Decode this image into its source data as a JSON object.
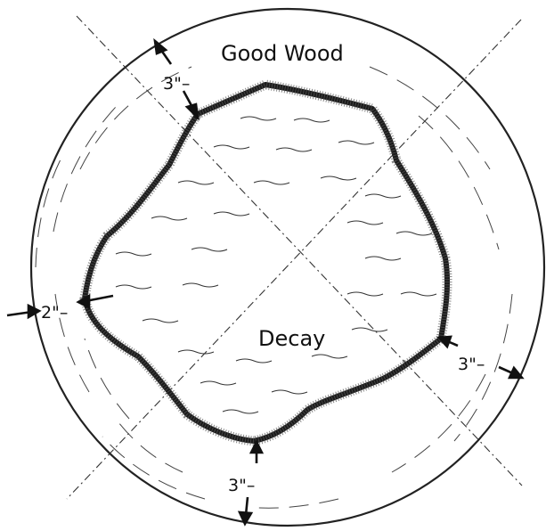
{
  "labels": {
    "good_wood": "Good Wood",
    "decay": "Decay",
    "measure_top": "3\"–",
    "measure_left": "2\"–",
    "measure_right": "3\"–",
    "measure_bottom": "3\"–"
  },
  "colors": {
    "ink": "#111111",
    "background": "#ffffff"
  }
}
